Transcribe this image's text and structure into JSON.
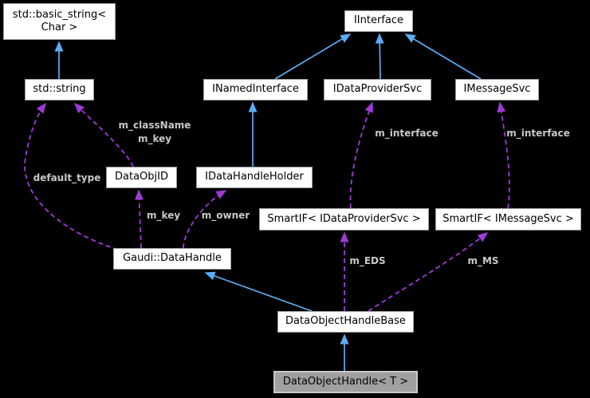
{
  "diagram": {
    "kind": "collaboration-graph",
    "background": "#000000",
    "colors": {
      "inheritance_arrow": "#5badf5",
      "usage_arrow": "#9e3bd6",
      "node_fill": "#ffffff",
      "node_border": "#9b9b9b",
      "node_text": "#000000",
      "focus_node_fill": "#a0a0a0",
      "focus_node_border": "#c9c9c9",
      "edge_label_text": "#c8c8c8"
    },
    "nodes": [
      {
        "id": "basicstring",
        "label": "std::basic_string< Char >"
      },
      {
        "id": "iinterface",
        "label": "IInterface"
      },
      {
        "id": "stdstring",
        "label": "std::string"
      },
      {
        "id": "inamed",
        "label": "INamedInterface"
      },
      {
        "id": "idps",
        "label": "IDataProviderSvc"
      },
      {
        "id": "imsg",
        "label": "IMessageSvc"
      },
      {
        "id": "dataobjid",
        "label": "DataObjID"
      },
      {
        "id": "idhh",
        "label": "IDataHandleHolder"
      },
      {
        "id": "smartidp",
        "label": "SmartIF< IDataProviderSvc >"
      },
      {
        "id": "smartims",
        "label": "SmartIF< IMessageSvc >"
      },
      {
        "id": "gdh",
        "label": "Gaudi::DataHandle"
      },
      {
        "id": "dohb",
        "label": "DataObjectHandleBase"
      },
      {
        "id": "doh",
        "label": "DataObjectHandle< T >"
      }
    ],
    "edges": [
      {
        "from": "std::string",
        "to": "std::basic_string< Char >",
        "kind": "inheritance",
        "label": ""
      },
      {
        "from": "INamedInterface",
        "to": "IInterface",
        "kind": "inheritance",
        "label": ""
      },
      {
        "from": "IDataProviderSvc",
        "to": "IInterface",
        "kind": "inheritance",
        "label": ""
      },
      {
        "from": "IMessageSvc",
        "to": "IInterface",
        "kind": "inheritance",
        "label": ""
      },
      {
        "from": "IDataHandleHolder",
        "to": "INamedInterface",
        "kind": "inheritance",
        "label": ""
      },
      {
        "from": "DataObjectHandleBase",
        "to": "Gaudi::DataHandle",
        "kind": "inheritance",
        "label": ""
      },
      {
        "from": "DataObjectHandle< T >",
        "to": "DataObjectHandleBase",
        "kind": "inheritance",
        "label": ""
      },
      {
        "from": "DataObjID",
        "to": "std::string",
        "kind": "usage",
        "label": "m_className\nm_key"
      },
      {
        "from": "Gaudi::DataHandle",
        "to": "std::string",
        "kind": "usage",
        "label": "default_type"
      },
      {
        "from": "Gaudi::DataHandle",
        "to": "DataObjID",
        "kind": "usage",
        "label": "m_key"
      },
      {
        "from": "Gaudi::DataHandle",
        "to": "IDataHandleHolder",
        "kind": "usage",
        "label": "m_owner"
      },
      {
        "from": "SmartIF< IDataProviderSvc >",
        "to": "IDataProviderSvc",
        "kind": "usage",
        "label": "m_interface"
      },
      {
        "from": "SmartIF< IMessageSvc >",
        "to": "IMessageSvc",
        "kind": "usage",
        "label": "m_interface"
      },
      {
        "from": "DataObjectHandleBase",
        "to": "SmartIF< IDataProviderSvc >",
        "kind": "usage",
        "label": "m_EDS"
      },
      {
        "from": "DataObjectHandleBase",
        "to": "SmartIF< IMessageSvc >",
        "kind": "usage",
        "label": "m_MS"
      }
    ]
  }
}
